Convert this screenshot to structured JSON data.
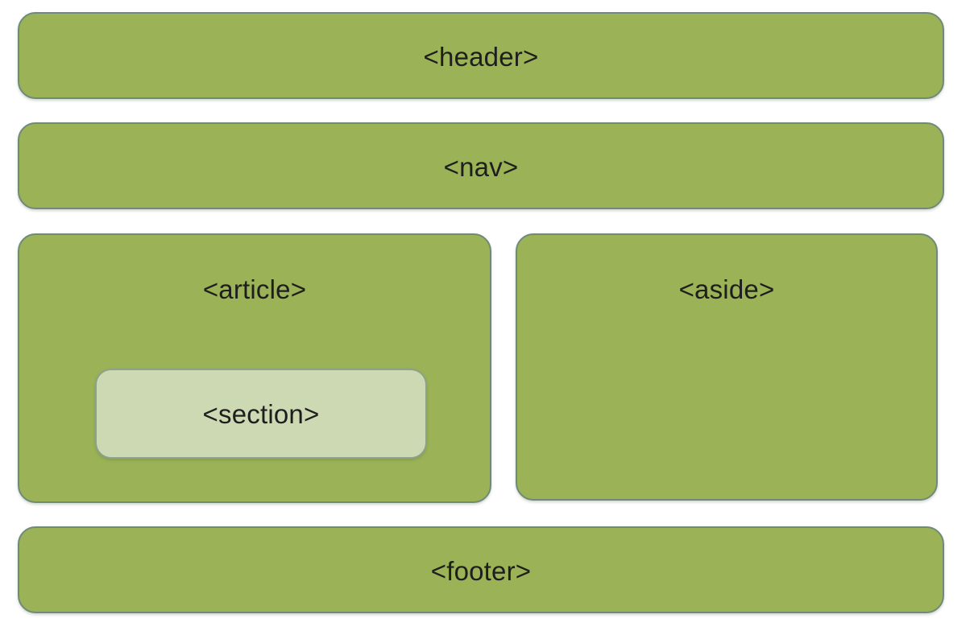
{
  "diagram": {
    "header": {
      "label": "<header>"
    },
    "nav": {
      "label": "<nav>"
    },
    "article": {
      "label": "<article>",
      "section": {
        "label": "<section>"
      }
    },
    "aside": {
      "label": "<aside>"
    },
    "footer": {
      "label": "<footer>"
    }
  },
  "colors": {
    "box_fill": "#9bb356",
    "box_border": "#6f8a78",
    "section_fill": "#ccd9b2",
    "text": "#1e1e1e",
    "background": "#ffffff"
  }
}
